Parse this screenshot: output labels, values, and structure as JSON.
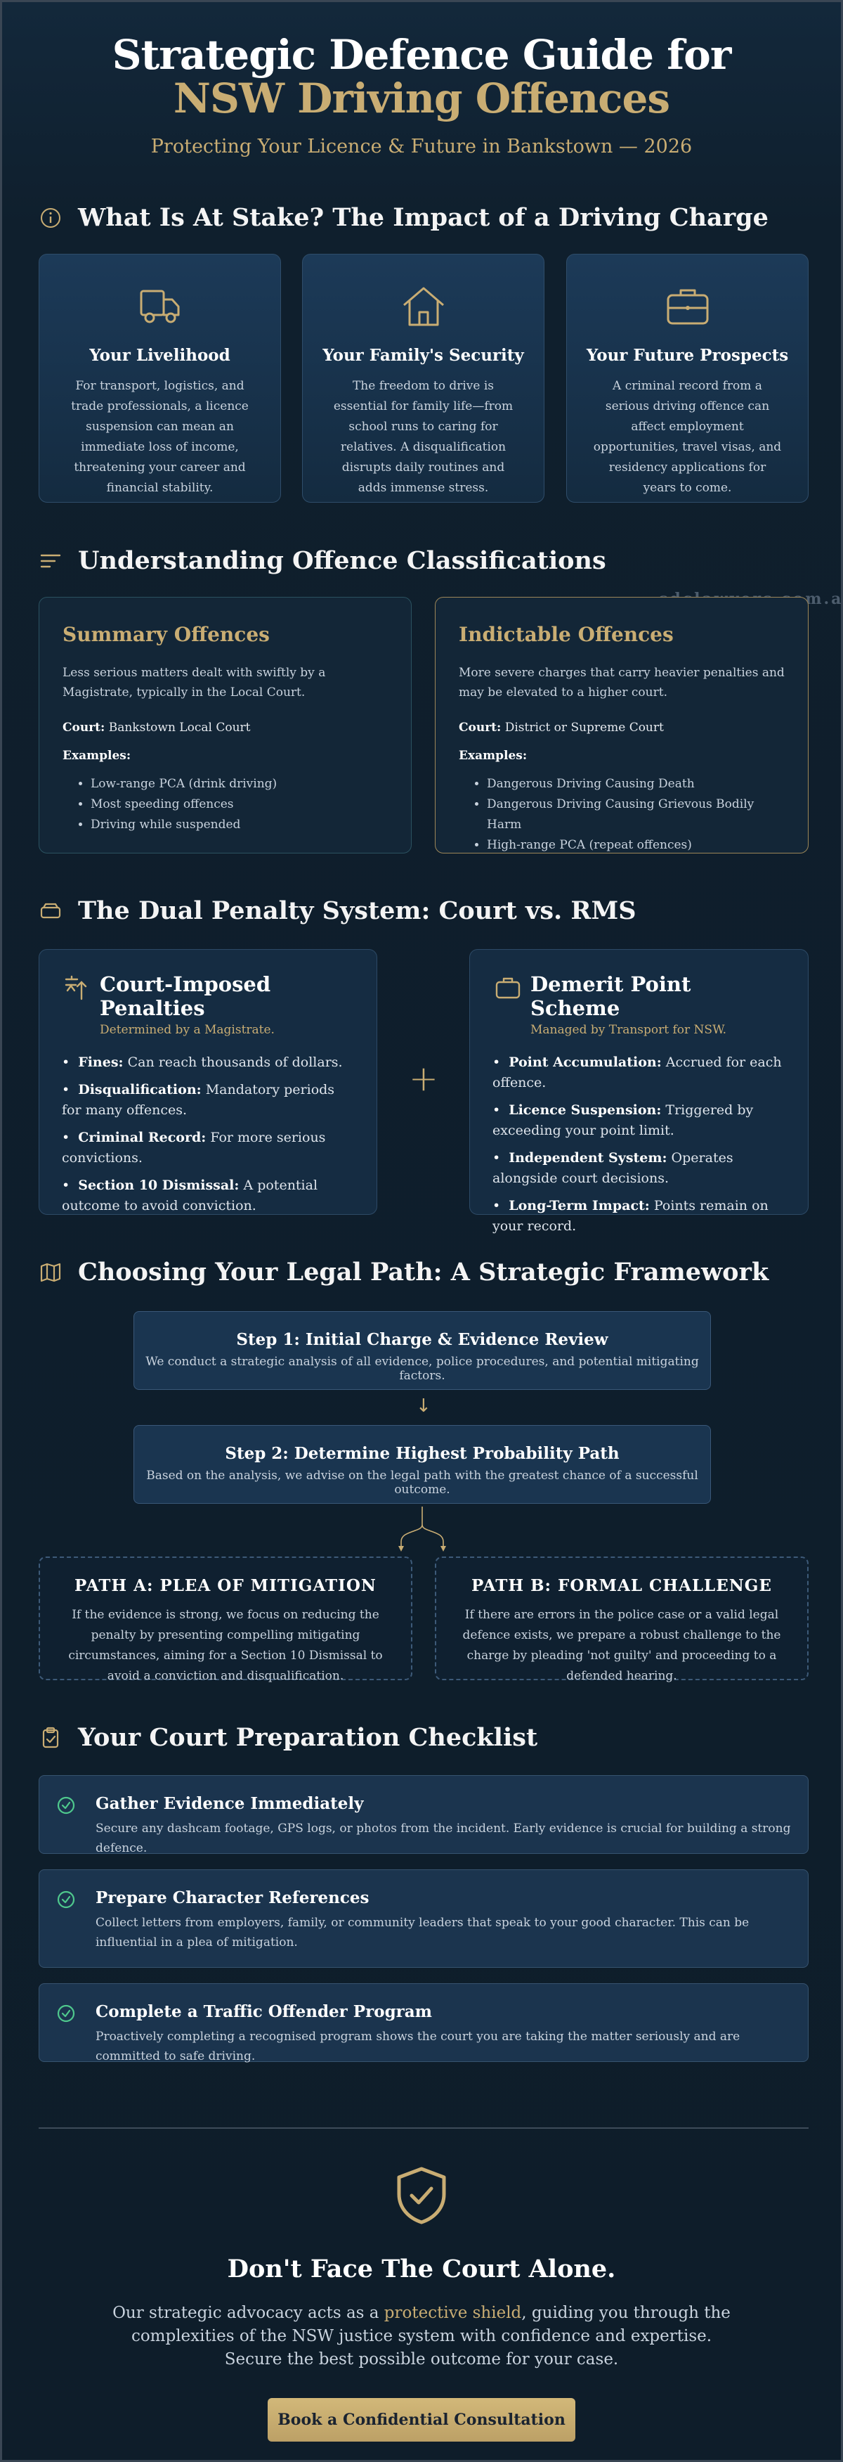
{
  "hero": {
    "title_main": "Strategic Defence Guide for ",
    "title_accent": "NSW Driving Offences",
    "subtitle": "Protecting Your Licence & Future in Bankstown — 2026"
  },
  "stakes": {
    "title": "What Is At Stake? The Impact of a Driving Charge",
    "cards": [
      {
        "icon": "truck-icon",
        "title": "Your Livelihood",
        "text": "For transport, logistics, and trade professionals, a licence suspension can mean an immediate loss of income, threatening your career and financial stability."
      },
      {
        "icon": "home-icon",
        "title": "Your Family's Security",
        "text": "The freedom to drive is essential for family life—from school runs to caring for relatives. A disqualification disrupts daily routines and adds immense stress."
      },
      {
        "icon": "briefcase-icon",
        "title": "Your Future Prospects",
        "text": "A criminal record from a serious driving offence can affect employment opportunities, travel visas, and residency applications for years to come."
      }
    ]
  },
  "classifications": {
    "title": "Understanding Offence Classifications",
    "watermark": "sdclawyers.com.au",
    "summary": {
      "title": "Summary Offences",
      "desc": "Less serious matters dealt with swiftly by a Magistrate, typically in the Local Court.",
      "court_label": "Court:",
      "court": "Bankstown Local Court",
      "examples_label": "Examples:",
      "examples": [
        "Low-range PCA (drink driving)",
        "Most speeding offences",
        "Driving while suspended"
      ]
    },
    "indictable": {
      "title": "Indictable Offences",
      "desc": "More severe charges that carry heavier penalties and may be elevated to a higher court.",
      "court_label": "Court:",
      "court": "District or Supreme Court",
      "examples_label": "Examples:",
      "examples": [
        "Dangerous Driving Causing Death",
        "Dangerous Driving Causing Grievous Bodily Harm",
        "High-range PCA (repeat offences)"
      ]
    }
  },
  "penalty": {
    "title": "The Dual Penalty System: Court vs. RMS",
    "plus": "+",
    "court": {
      "title": "Court-Imposed Penalties",
      "by": "Determined by a Magistrate.",
      "items": [
        {
          "label": "Fines:",
          "text": " Can reach thousands of dollars."
        },
        {
          "label": "Disqualification:",
          "text": " Mandatory periods for many offences."
        },
        {
          "label": "Criminal Record:",
          "text": " For more serious convictions."
        },
        {
          "label": "Section 10 Dismissal:",
          "text": " A potential outcome to avoid conviction."
        }
      ]
    },
    "demerit": {
      "title": "Demerit Point Scheme",
      "by": "Managed by Transport for NSW.",
      "items": [
        {
          "label": "Point Accumulation:",
          "text": " Accrued for each offence."
        },
        {
          "label": "Licence Suspension:",
          "text": " Triggered by exceeding your point limit."
        },
        {
          "label": "Independent System:",
          "text": " Operates alongside court decisions."
        },
        {
          "label": "Long-Term Impact:",
          "text": " Points remain on your record."
        }
      ]
    }
  },
  "path": {
    "title": "Choosing Your Legal Path: A Strategic Framework",
    "arrow": "↓",
    "step1": {
      "title": "Step 1: Initial Charge & Evidence Review",
      "text": "We conduct a strategic analysis of all evidence, police procedures, and potential mitigating factors."
    },
    "step2": {
      "title": "Step 2: Determine Highest Probability Path",
      "text": "Based on the analysis, we advise on the legal path with the greatest chance of a successful outcome."
    },
    "a": {
      "title": "PATH A: PLEA OF MITIGATION",
      "text": "If the evidence is strong, we focus on reducing the penalty by presenting compelling mitigating circumstances, aiming for a Section 10 Dismissal to avoid a conviction and disqualification."
    },
    "b": {
      "title": "PATH B: FORMAL CHALLENGE",
      "text": "If there are errors in the police case or a valid legal defence exists, we prepare a robust challenge to the charge by pleading 'not guilty' and proceeding to a defended hearing."
    }
  },
  "checklist": {
    "title": "Your Court Preparation Checklist",
    "items": [
      {
        "title": "Gather Evidence Immediately",
        "text": "Secure any dashcam footage, GPS logs, or photos from the incident. Early evidence is crucial for building a strong defence."
      },
      {
        "title": "Prepare Character References",
        "text": "Collect letters from employers, family, or community leaders that speak to your good character. This can be influential in a plea of mitigation."
      },
      {
        "title": "Complete a Traffic Offender Program",
        "text": "Proactively completing a recognised program shows the court you are taking the matter seriously and are committed to safe driving."
      }
    ]
  },
  "cta": {
    "title": "Don't Face The Court Alone.",
    "text_before": "Our strategic advocacy acts as a ",
    "text_accent": "protective shield",
    "text_after": ", guiding you through the complexities of the NSW justice system with confidence and expertise. Secure the best possible outcome for your case.",
    "button": "Book a Confidential Consultation"
  },
  "colors": {
    "accent": "#c9ad73",
    "background": "#0e1c29",
    "card": "#152c42",
    "check": "#4fc98d"
  }
}
